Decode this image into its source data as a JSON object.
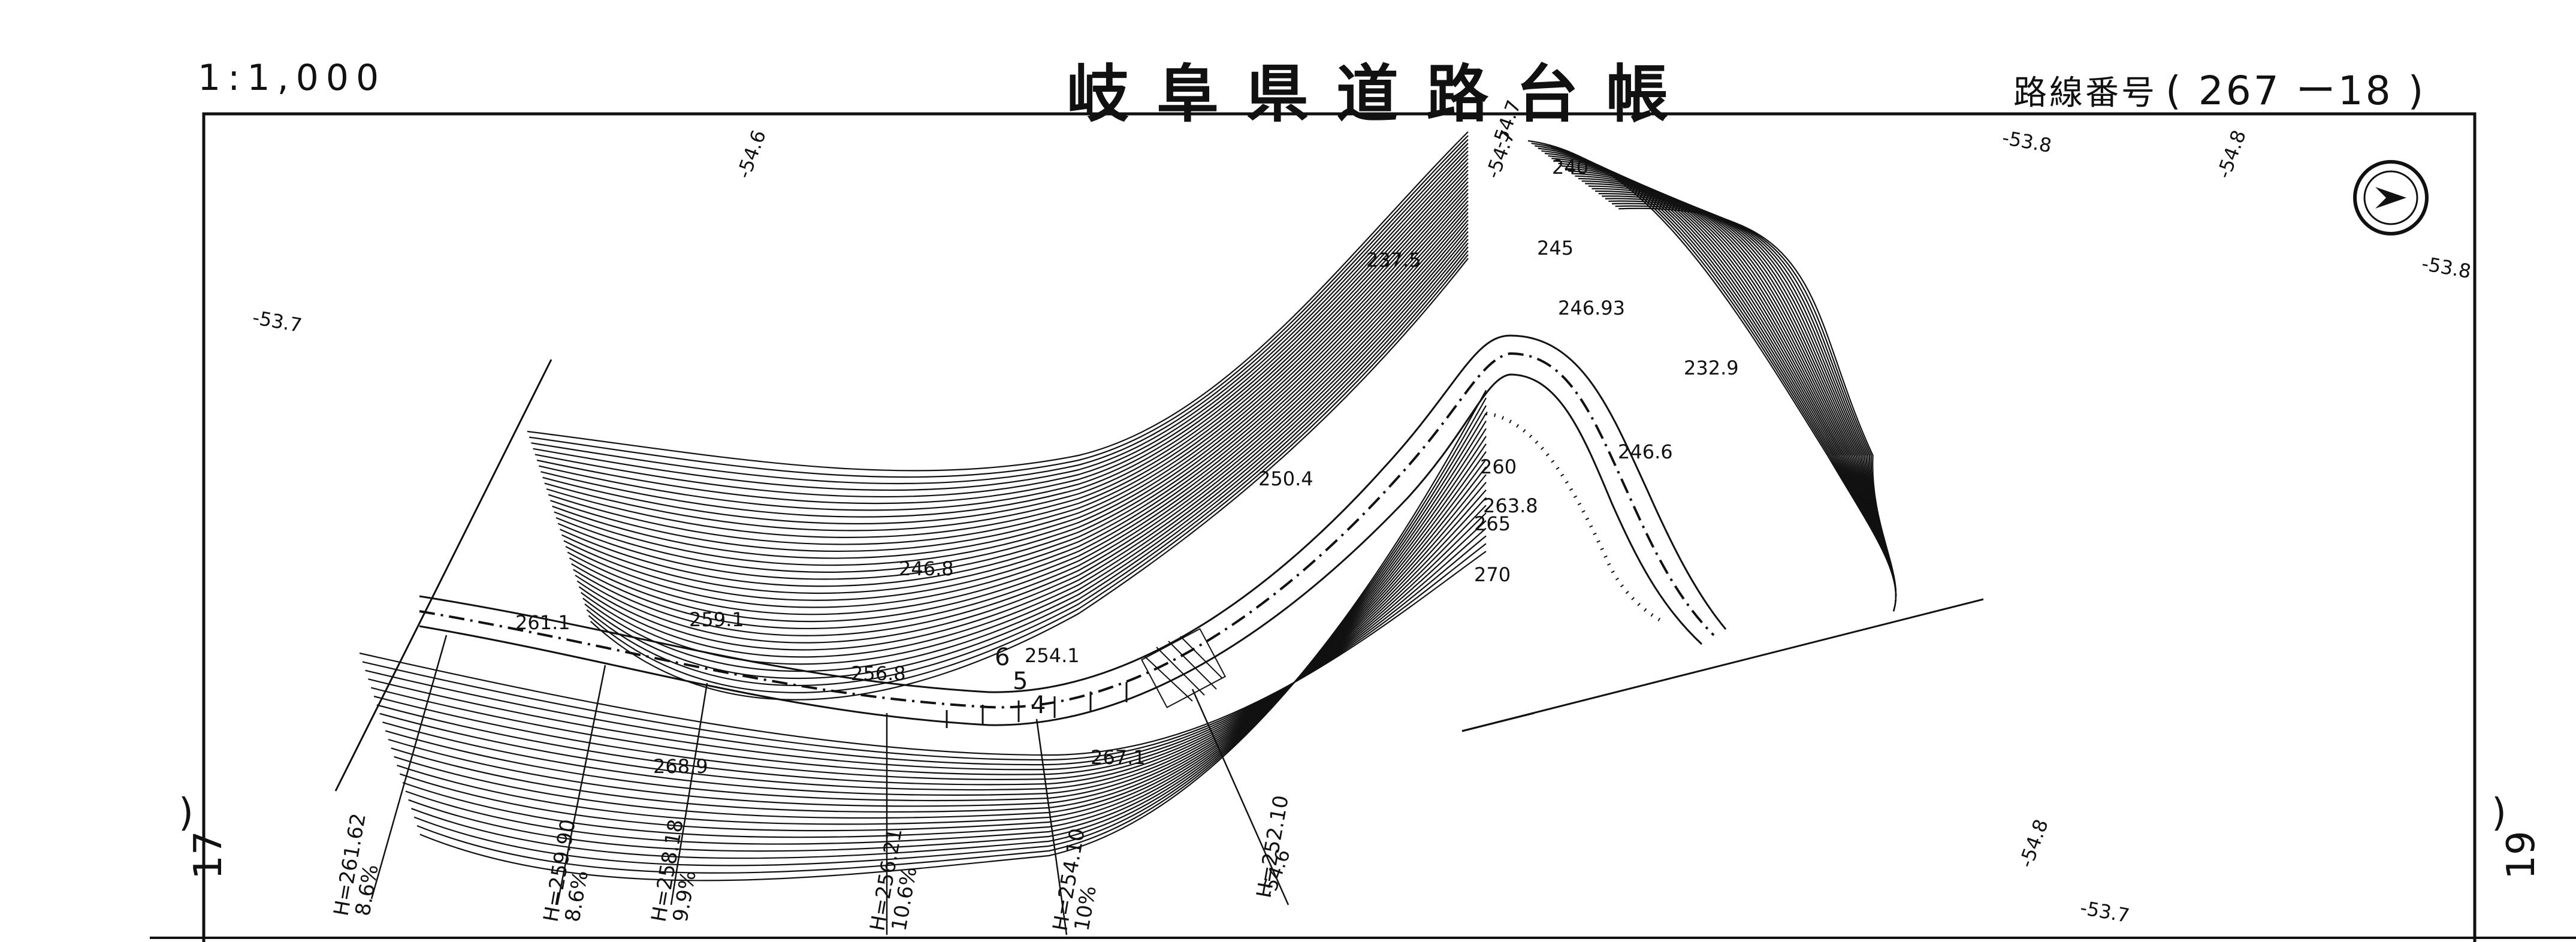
{
  "header": {
    "scale": "1:1,000",
    "title": "岐阜県道路台帳",
    "route_label": "路線番号",
    "route_number": "( 267 ー18 )"
  },
  "sheet_refs": {
    "left": "17",
    "right": "19",
    "paren": ")"
  },
  "map": {
    "grid_labels": [
      "-54.6",
      "-54.7",
      "-53.8",
      "-54.8",
      "-53.8",
      "-53.7",
      "-54.8",
      "-53.7",
      "-54.6",
      "-54.7"
    ],
    "elevations": [
      "240",
      "237.5",
      "245",
      "246.93",
      "232.9",
      "250.4",
      "246.6",
      "260",
      "263.8",
      "265",
      "270",
      "246.8",
      "261.1",
      "259.1",
      "256.8",
      "254.1",
      "267.1",
      "268.9"
    ],
    "sections": [
      {
        "h": "H=261.62",
        "grade": "8.6%"
      },
      {
        "h": "H=259.90",
        "grade": "8.6%"
      },
      {
        "h": "H=258.18",
        "grade": "9.9%"
      },
      {
        "h": "H=256.21",
        "grade": "10.6%"
      },
      {
        "h": "H=254.10",
        "grade": "10%"
      },
      {
        "h": "H=252.10",
        "grade": ""
      }
    ],
    "station_marks": [
      "6",
      "5",
      "4"
    ],
    "compass_icon": "north-arrow-icon"
  }
}
